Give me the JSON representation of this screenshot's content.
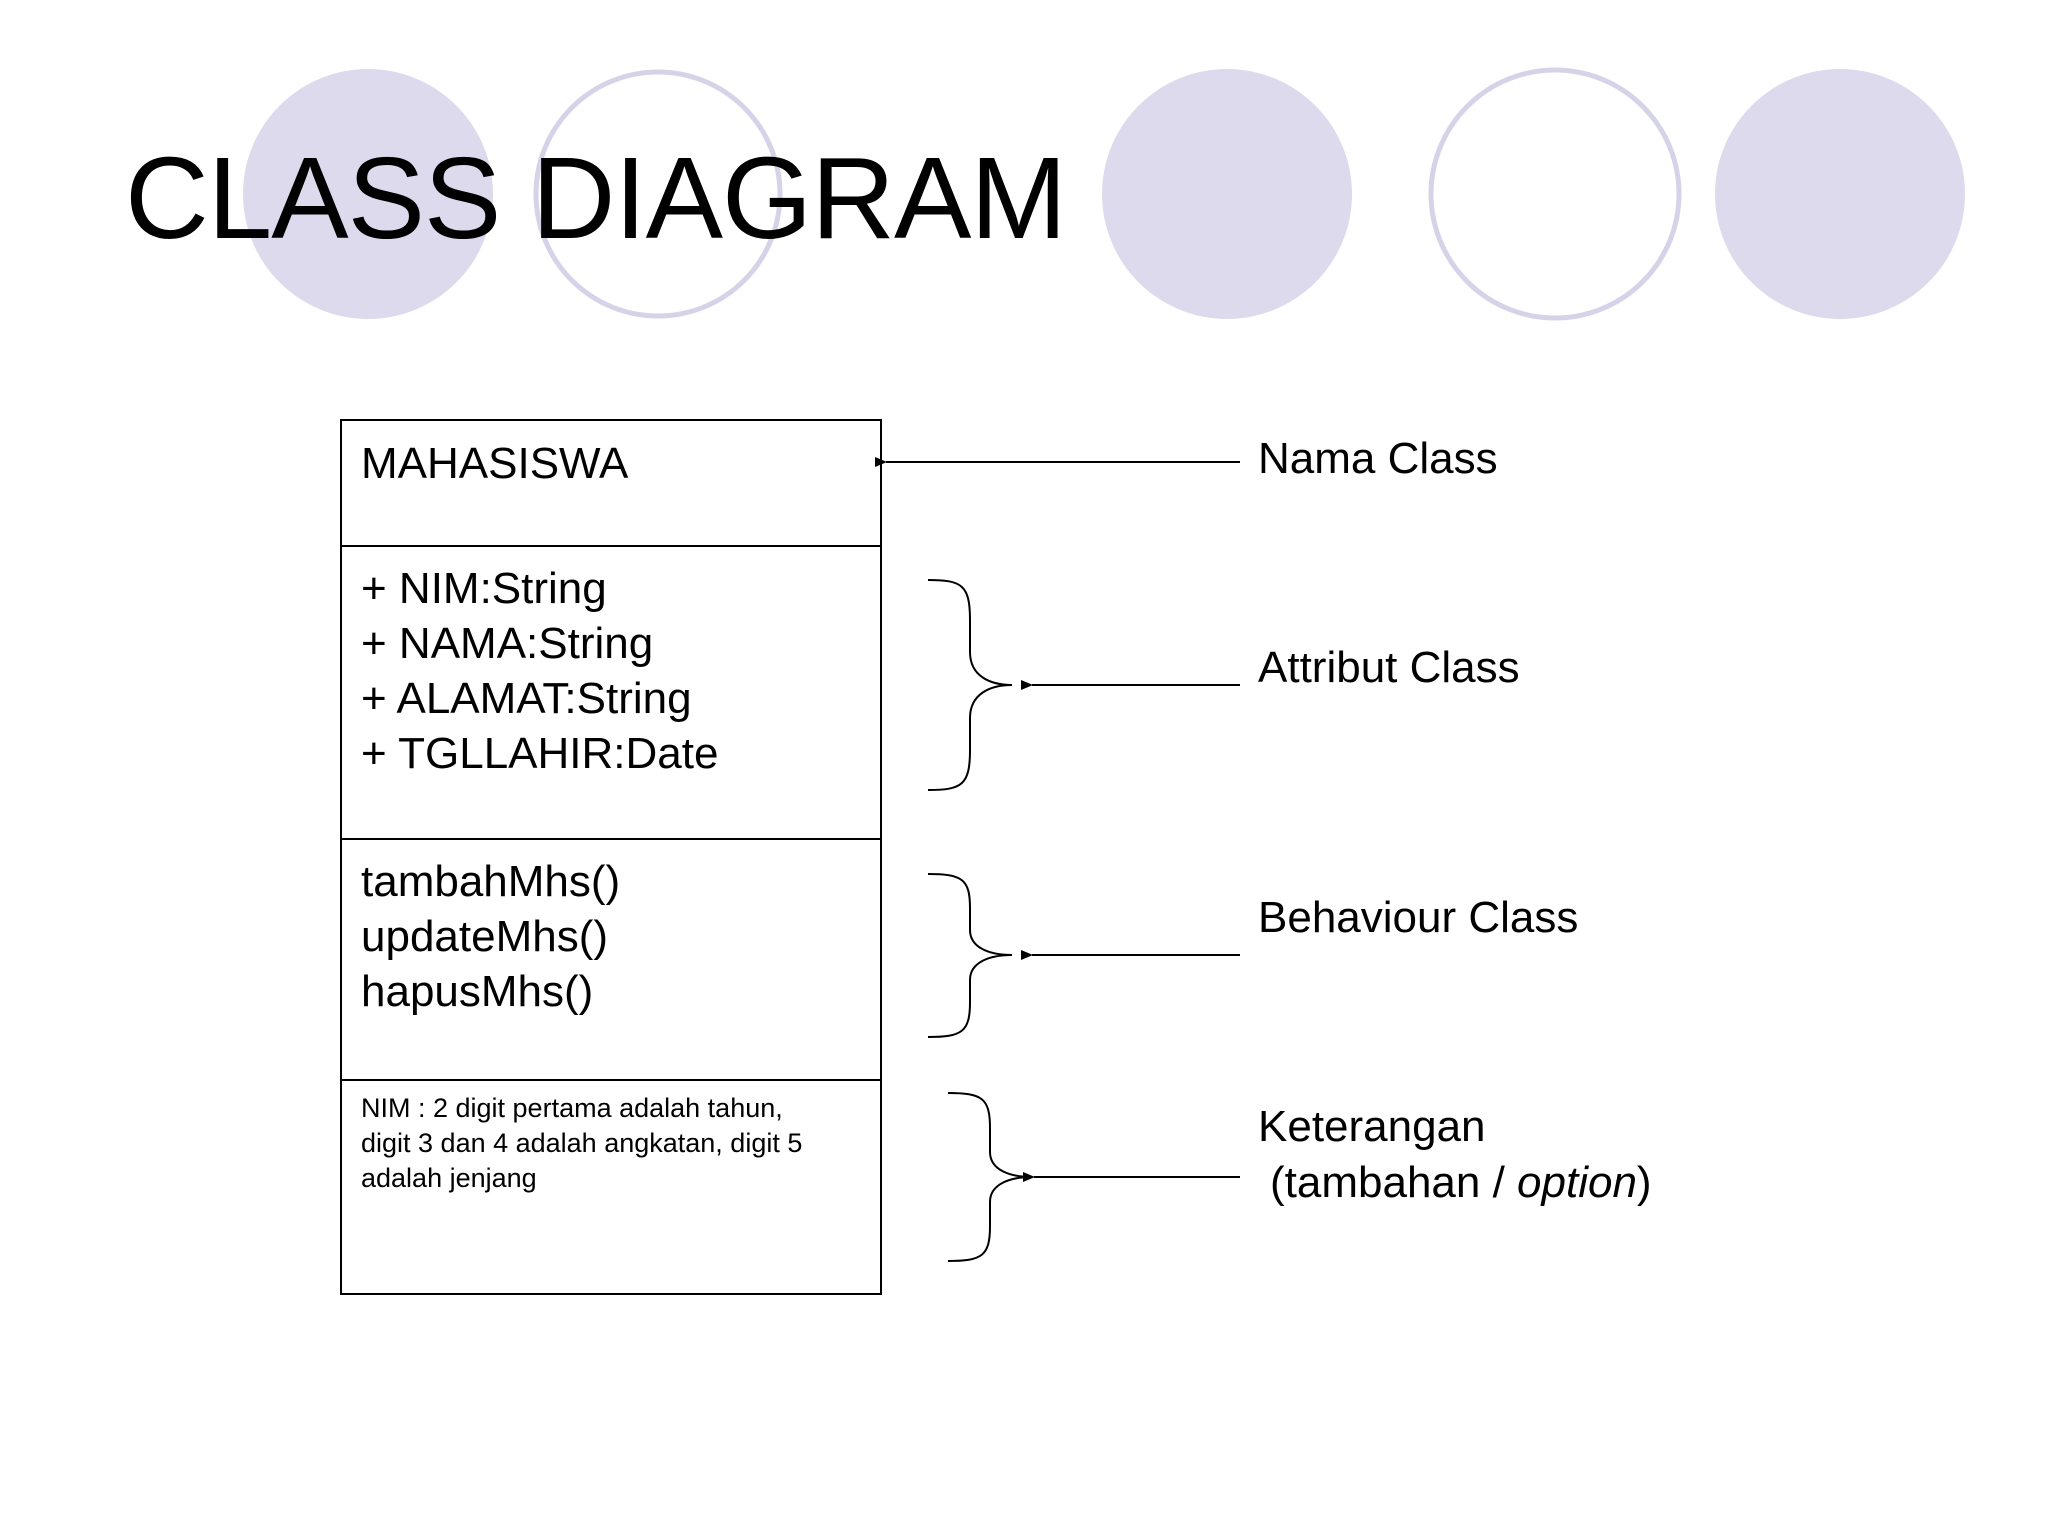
{
  "slide": {
    "title": "CLASS DIAGRAM",
    "colors": {
      "circle_fill": "#dcdaec",
      "circle_outline": "#d5d3e8",
      "ink": "#000000"
    }
  },
  "uml_class": {
    "name": "MAHASISWA",
    "attributes": [
      "+ NIM:String",
      "+ NAMA:String",
      "+ ALAMAT:String",
      "+ TGLLAHIR:Date"
    ],
    "behaviours": [
      "tambahMhs()",
      "updateMhs()",
      "hapusMhs()"
    ],
    "note_lines": [
      "NIM : 2 digit pertama adalah tahun,",
      "digit 3 dan 4  adalah angkatan, digit 5",
      "adalah jenjang"
    ]
  },
  "labels": {
    "nama_class": "Nama Class",
    "attribut_class": "Attribut Class",
    "behaviour_class": "Behaviour Class",
    "keterangan_line1": "Keterangan",
    "keterangan_open": "(tambahan / ",
    "keterangan_option": "option",
    "keterangan_close": ")"
  }
}
